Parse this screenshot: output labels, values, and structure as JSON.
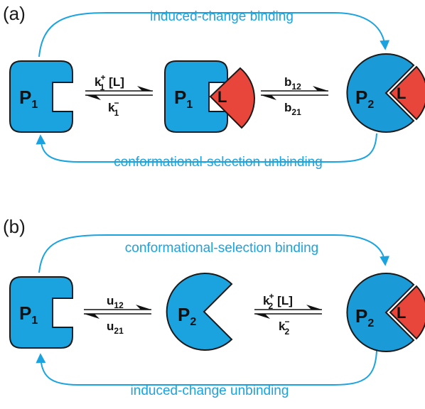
{
  "colors": {
    "protein": "#1ba3e0",
    "protein_p2": "#1a9ad6",
    "ligand": "#e8463a",
    "outline": "#1a1a1a",
    "arrow": "#1ba3e0"
  },
  "panel_a": {
    "label": "(a)",
    "top_arc": "induced-change binding",
    "bottom_arc": "conformational-selection unbinding",
    "p1_left": {
      "main": "P",
      "sub": "1"
    },
    "p1_bound": {
      "main": "P",
      "sub": "1",
      "ligand": "L"
    },
    "p2_bound": {
      "main": "P",
      "sub": "2",
      "ligand": "L"
    },
    "rate1_fwd": {
      "main": "k",
      "sub": "1",
      "sup": "+",
      "tail": "[L]"
    },
    "rate1_rev": {
      "main": "k",
      "sub": "1",
      "sup": "−"
    },
    "rate2_fwd": {
      "main": "b",
      "sub": "12"
    },
    "rate2_rev": {
      "main": "b",
      "sub": "21"
    }
  },
  "panel_b": {
    "label": "(b)",
    "top_arc": "conformational-selection binding",
    "bottom_arc": "induced-change unbinding",
    "p1_left": {
      "main": "P",
      "sub": "1"
    },
    "p2_free": {
      "main": "P",
      "sub": "2"
    },
    "p2_bound": {
      "main": "P",
      "sub": "2",
      "ligand": "L"
    },
    "rate1_fwd": {
      "main": "u",
      "sub": "12"
    },
    "rate1_rev": {
      "main": "u",
      "sub": "21"
    },
    "rate2_fwd": {
      "main": "k",
      "sub": "2",
      "sup": "+",
      "tail": "[L]"
    },
    "rate2_rev": {
      "main": "k",
      "sub": "2",
      "sup": "−"
    }
  }
}
